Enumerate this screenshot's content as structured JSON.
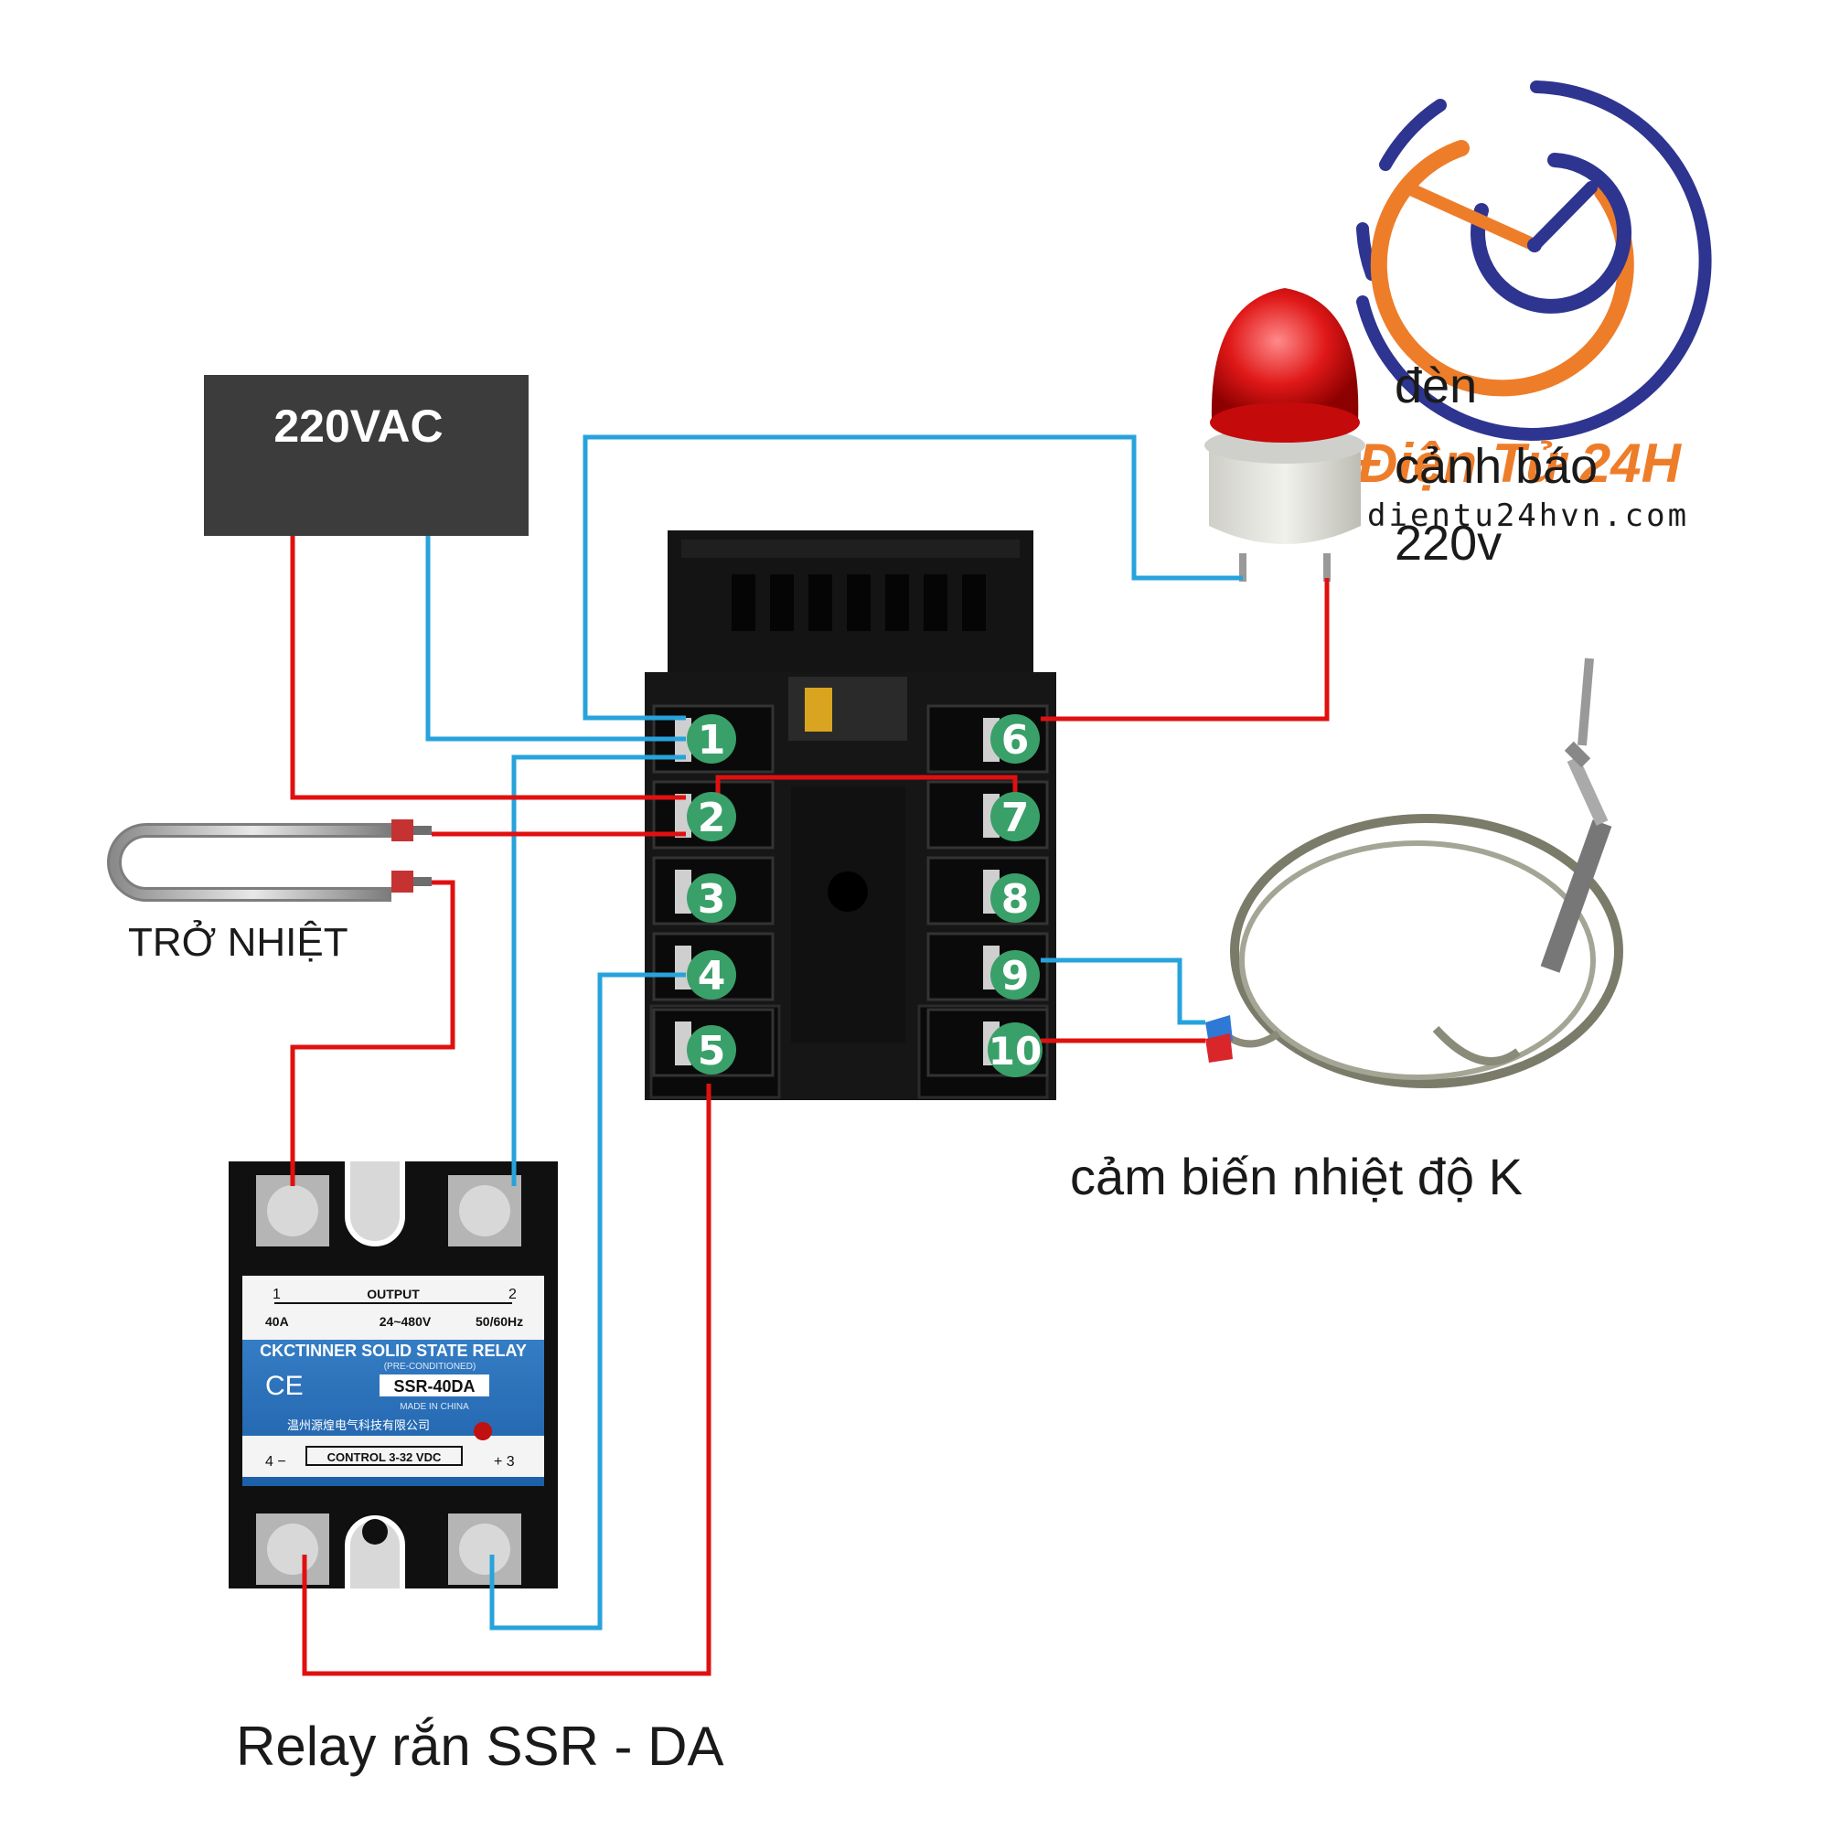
{
  "power_source": {
    "label": "220VAC"
  },
  "controller": {
    "terminals_left": [
      "1",
      "2",
      "3",
      "4",
      "5"
    ],
    "terminals_right": [
      "6",
      "7",
      "8",
      "9",
      "10"
    ]
  },
  "heater": {
    "label": "TRỞ NHIỆT"
  },
  "sensor": {
    "label": "cảm biến nhiệt độ K"
  },
  "alarm_lamp": {
    "label_lines": [
      "đèn",
      "cảnh báo",
      "220v"
    ]
  },
  "ssr": {
    "caption": "Relay rắn SSR - DA",
    "output_label": "OUTPUT",
    "terminal_1": "1",
    "terminal_2": "2",
    "current": "40A",
    "voltage": "24~480V",
    "frequency": "50/60Hz",
    "brand": "CKCTINNER SOLID STATE RELAY",
    "preconditioned": "(PRE-CONDITIONED)",
    "ce": "CE",
    "model": "SSR-40DA",
    "made_in": "MADE IN CHINA",
    "chinese_text": "温州源煌电气科技有限公司",
    "control_label": "CONTROL 3-32 VDC",
    "terminal_4": "4 −",
    "terminal_3": "+ 3"
  },
  "logo": {
    "brand": "Điện Tử 24H",
    "url": "dientu24hvn.com"
  },
  "colors": {
    "wire_red": "#e01010",
    "wire_blue": "#27a3dc",
    "pin_green": "#3aa069",
    "logo_blue": "#2d3590",
    "logo_orange": "#ee7d2a"
  }
}
